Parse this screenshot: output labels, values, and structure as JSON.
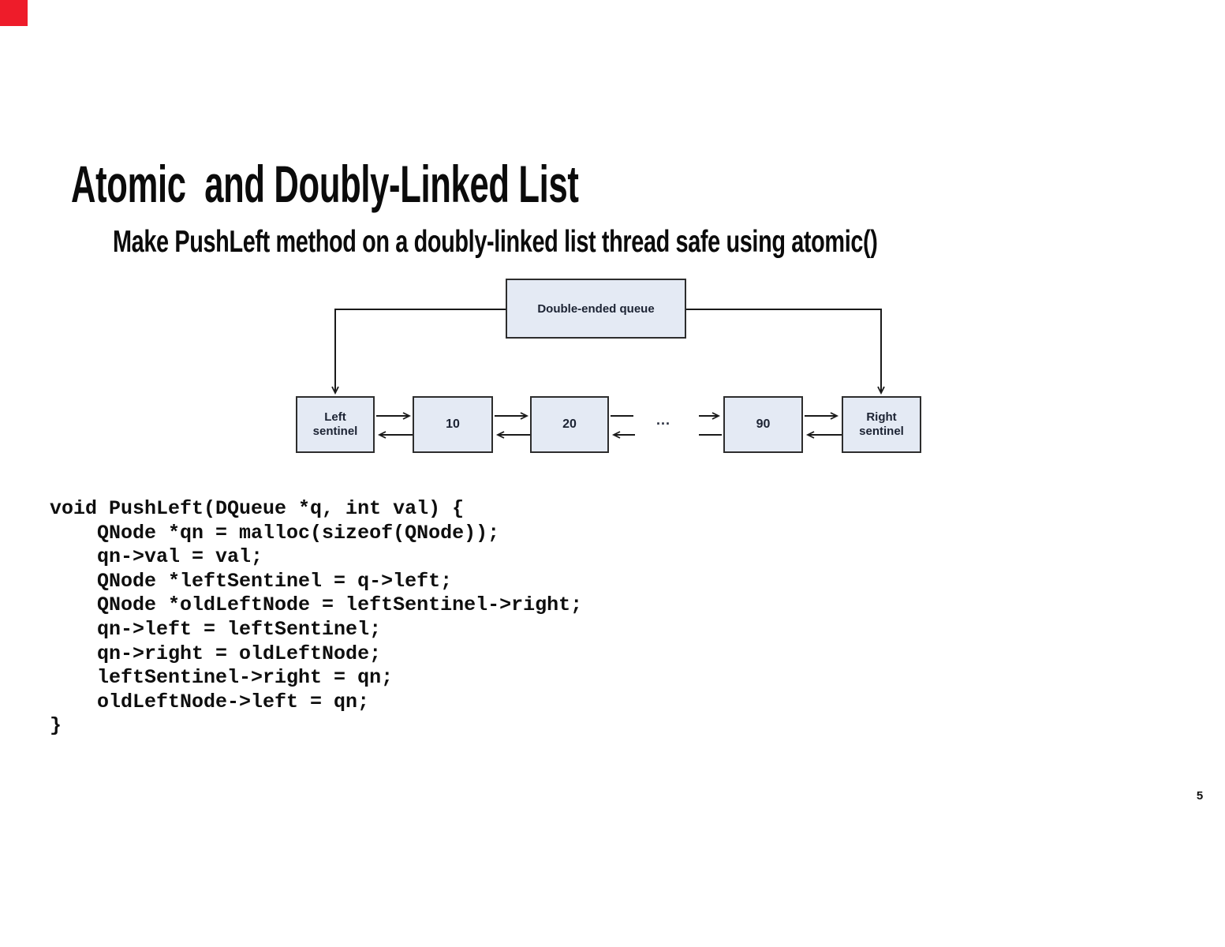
{
  "slide": {
    "title": "Atomic  and Doubly-Linked List",
    "subtitle": "Make PushLeft method on a doubly-linked list thread safe using atomic()",
    "page_number": "5",
    "accent_color": "#ee1c2a",
    "background_color": "#ffffff"
  },
  "diagram": {
    "root_label": "Double-ended queue",
    "ellipsis": "...",
    "nodes": [
      {
        "label": "Left sentinel"
      },
      {
        "label": "10"
      },
      {
        "label": "20"
      },
      {
        "label": "90"
      },
      {
        "label": "Right sentinel"
      }
    ],
    "box_fill": "#e4eaf4",
    "box_border": "#2d2d2d",
    "line_color": "#1a1a1a"
  },
  "code": {
    "lines": [
      "void PushLeft(DQueue *q, int val) {",
      "    QNode *qn = malloc(sizeof(QNode));",
      "    qn->val = val;",
      "    QNode *leftSentinel = q->left;",
      "    QNode *oldLeftNode = leftSentinel->right;",
      "    qn->left = leftSentinel;",
      "    qn->right = oldLeftNode;",
      "    leftSentinel->right = qn;",
      "    oldLeftNode->left = qn;",
      "}"
    ]
  }
}
